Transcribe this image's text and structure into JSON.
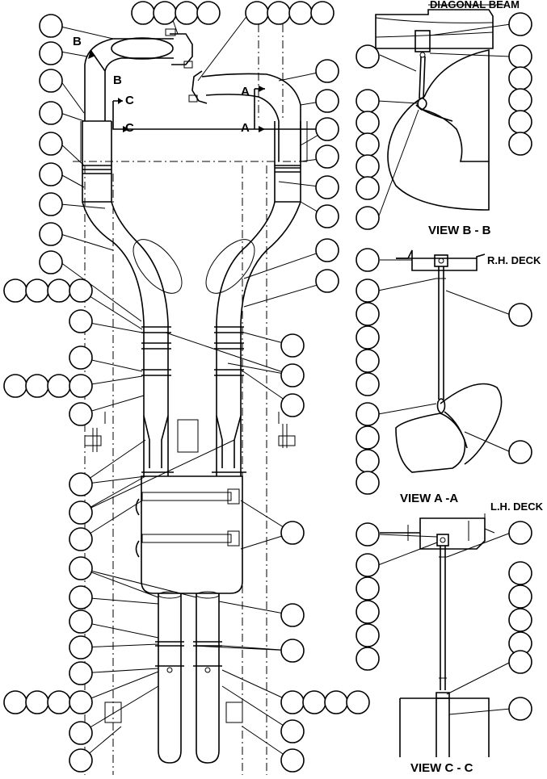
{
  "labels": {
    "diagonal_beam": "DIAGONAL BEAM",
    "view_bb": "VIEW B - B",
    "rh_deck": "R.H. DECK",
    "view_aa": "VIEW A -A",
    "lh_deck": "L.H. DECK",
    "view_cc": "VIEW C - C"
  },
  "section_marks": [
    "B",
    "B",
    "C",
    "C",
    "A",
    "A"
  ]
}
